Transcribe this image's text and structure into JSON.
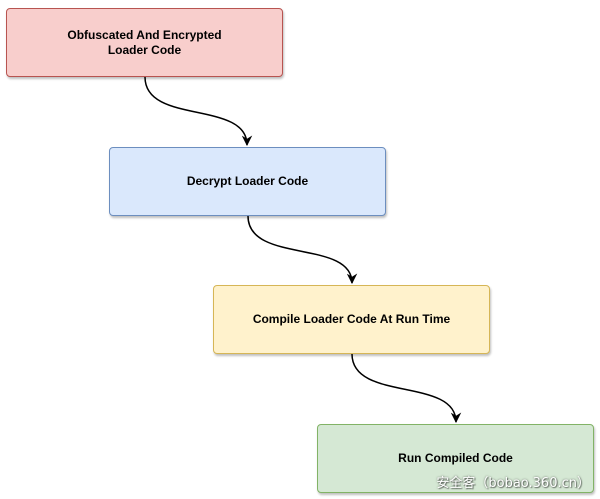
{
  "diagram": {
    "nodes": [
      {
        "label": "Obfuscated And Encrypted\nLoader Code",
        "fill": "#f8cecc",
        "stroke": "#b85450"
      },
      {
        "label": "Decrypt Loader Code",
        "fill": "#dae8fc",
        "stroke": "#6c8ebf"
      },
      {
        "label": "Compile Loader Code At Run Time",
        "fill": "#fff2cc",
        "stroke": "#d6b656"
      },
      {
        "label": "Run Compiled Code",
        "fill": "#d5e8d4",
        "stroke": "#82b366"
      }
    ],
    "edges": [
      {
        "from": 0,
        "to": 1
      },
      {
        "from": 1,
        "to": 2
      },
      {
        "from": 2,
        "to": 3
      }
    ],
    "edge_color": "#000000"
  },
  "watermark": {
    "text": "安全客（bobao.360.cn）"
  }
}
